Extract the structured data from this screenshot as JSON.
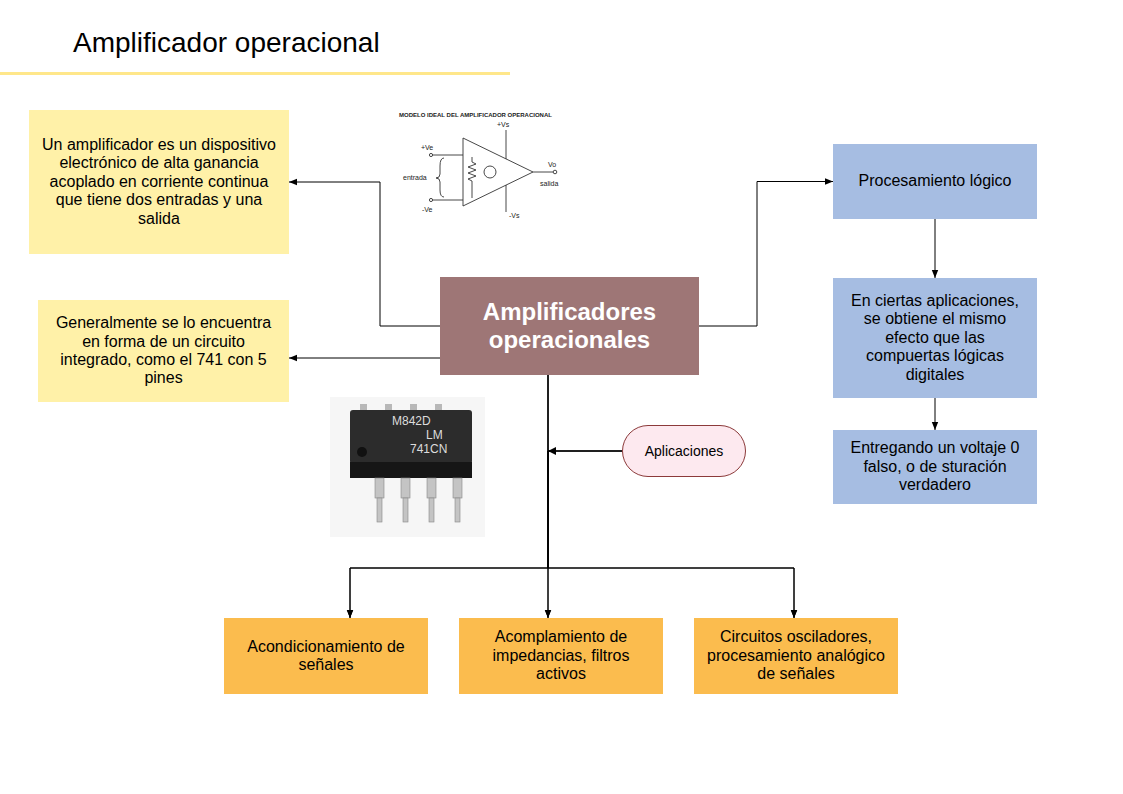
{
  "diagram": {
    "title": "Amplificador operacional",
    "nodes": [
      {
        "text": [
          "Un amplificador es un dispositivo electrónico de alta ganancia acoplado en corriente continua que tiene dos entradas y una salida"
        ]
      },
      {
        "text": [
          "Generalmente se lo encuentra en forma de un circuito integrado, como el 741 con 5 pines"
        ]
      },
      {
        "text": [
          "Amplificadores operacionales"
        ]
      },
      {
        "text": [
          "Procesamiento lógico"
        ]
      },
      {
        "text": [
          "En ciertas aplicaciones, se obtiene el mismo efecto que las compuertas lógicas digitales"
        ]
      },
      {
        "text": [
          "Entregando un voltaje 0 falso, o de sturación verdadero"
        ]
      },
      {
        "text": [
          "Aplicaciones"
        ]
      },
      {
        "text": [
          "Acondicionamiento de señales"
        ]
      },
      {
        "text": [
          "Acomplamiento de impedancias, filtros activos"
        ]
      },
      {
        "text": [
          "Circuitos osciladores, procesamiento analógico de señales"
        ]
      }
    ],
    "edges": [
      {
        "from": 2,
        "to": 0,
        "arrow": "to"
      },
      {
        "from": 2,
        "to": 1,
        "arrow": "to"
      },
      {
        "from": 2,
        "to": 3,
        "arrow": "to"
      },
      {
        "from": 3,
        "to": 4,
        "arrow": "to"
      },
      {
        "from": 4,
        "to": 5,
        "arrow": "to"
      },
      {
        "from": 2,
        "to": 7,
        "arrow": "to"
      },
      {
        "from": 2,
        "to": 8,
        "arrow": "to"
      },
      {
        "from": 2,
        "to": 9,
        "arrow": "to"
      },
      {
        "from": 6,
        "to": 7,
        "arrow": "to"
      },
      {
        "from": 6,
        "to": 8,
        "arrow": "to"
      },
      {
        "from": 6,
        "to": 9,
        "arrow": "to"
      }
    ],
    "labels": [
      "MODELO IDEAL DEL AMPLIFICADOR OPERACIONAL",
      "+Vs",
      "+Ve",
      "entrada",
      "-Ve",
      "-Vs",
      "Vo",
      "salida",
      "M842D",
      "LM",
      "741CN"
    ]
  }
}
